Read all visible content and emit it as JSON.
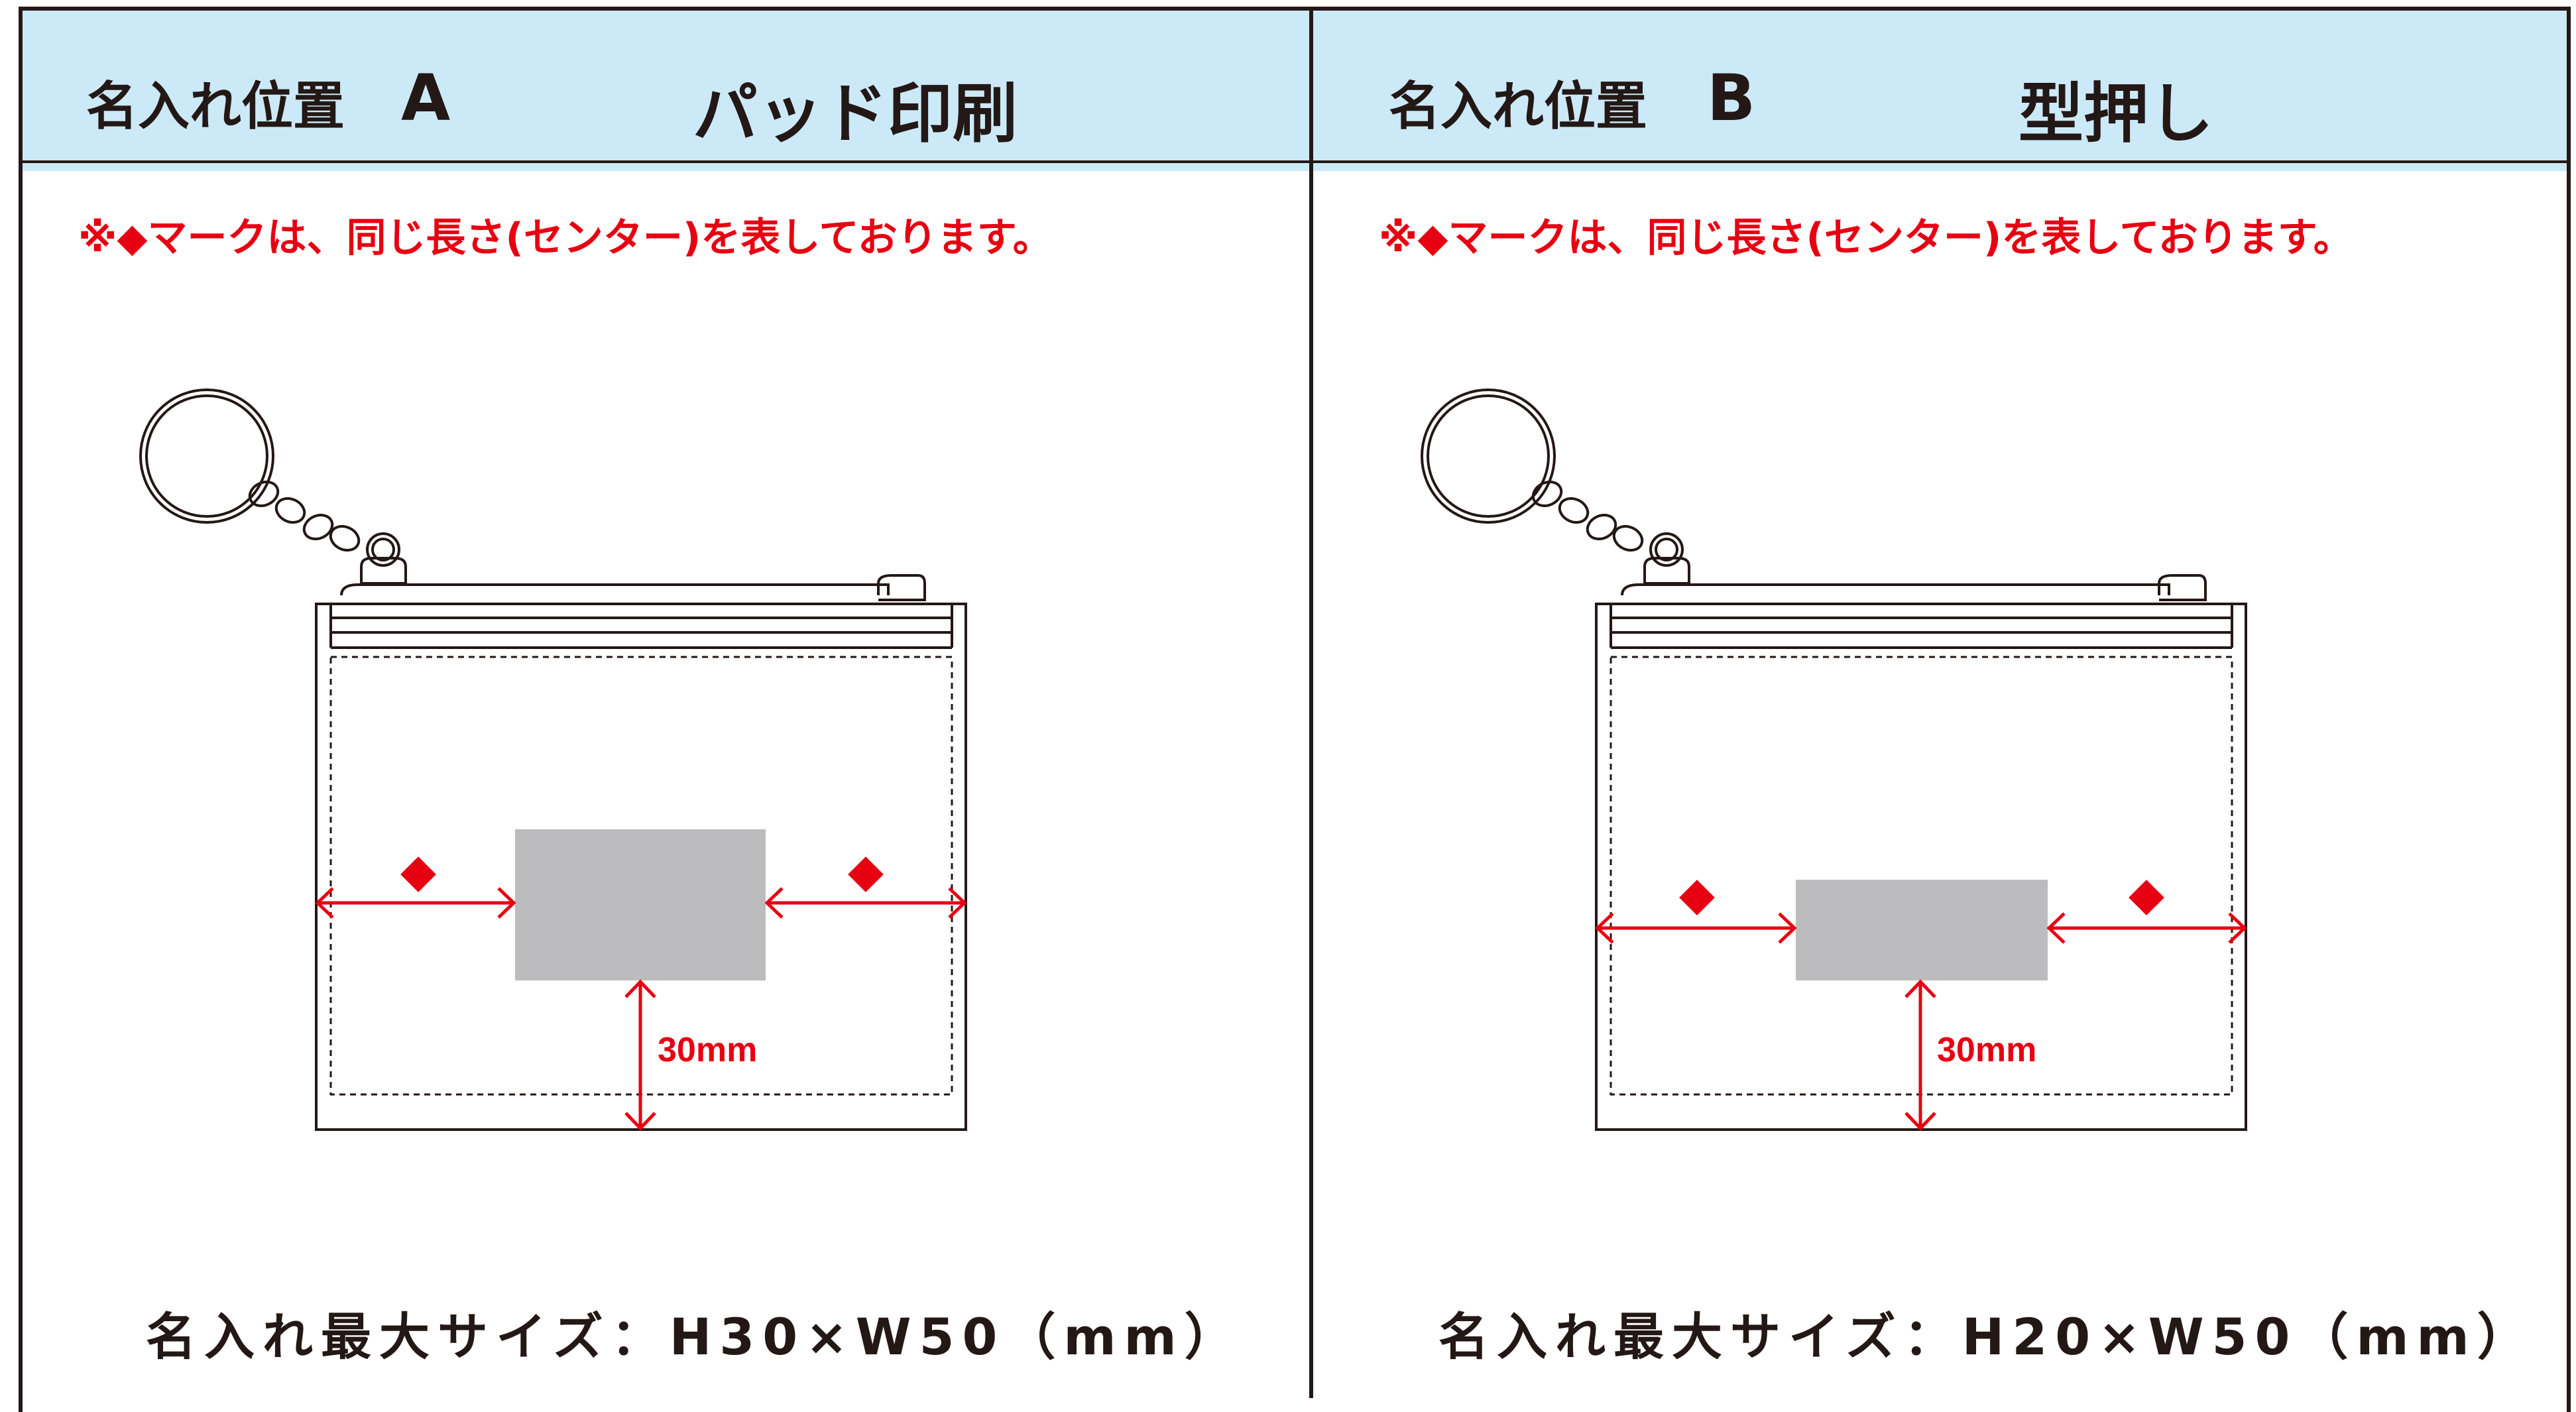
{
  "panels": [
    {
      "position_label": "名入れ位置",
      "position_letter": "A",
      "method": "パッド印刷",
      "note": "※◆マークは、同じ長さ(センター)を表しております。",
      "dimension_label": "30mm",
      "max_size": "名入れ最大サイズ：H30×W50（mm）"
    },
    {
      "position_label": "名入れ位置",
      "position_letter": "B",
      "method": "型押し",
      "note": "※◆マークは、同じ長さ(センター)を表しております。",
      "dimension_label": "30mm",
      "max_size": "名入れ最大サイズ：H20×W50（mm）"
    }
  ],
  "colors": {
    "header_bg": "#cce9f8",
    "accent_red": "#e60012",
    "imprint_gray": "#bcbcbf",
    "line": "#231815"
  }
}
